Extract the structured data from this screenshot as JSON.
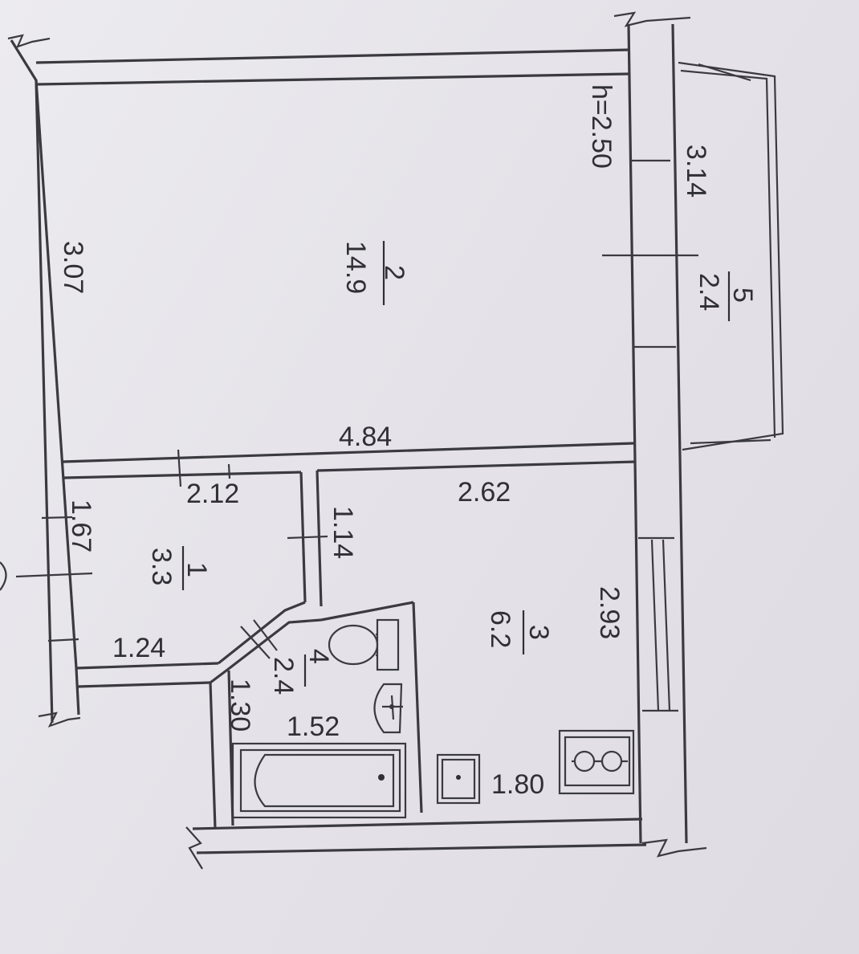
{
  "plan": {
    "ceiling_height": "h=2.50",
    "rooms": [
      {
        "number": "1",
        "area": "3.3"
      },
      {
        "number": "2",
        "area": "14.9"
      },
      {
        "number": "3",
        "area": "6.2"
      },
      {
        "number": "4",
        "area": "2.4"
      },
      {
        "number": "5",
        "area": "2.4"
      }
    ],
    "dimensions": {
      "room2_length": "3.07",
      "room2_width": "4.84",
      "balcony_length": "3.14",
      "hall_length": "2.12",
      "hall_width": "1.67",
      "hall_short": "1.24",
      "door_gap": "1.14",
      "bath_depth": "1.30",
      "bath_width": "1.52",
      "kitchen_width": "2.62",
      "kitchen_length": "2.93",
      "kitchen_wall": "1.80"
    }
  }
}
